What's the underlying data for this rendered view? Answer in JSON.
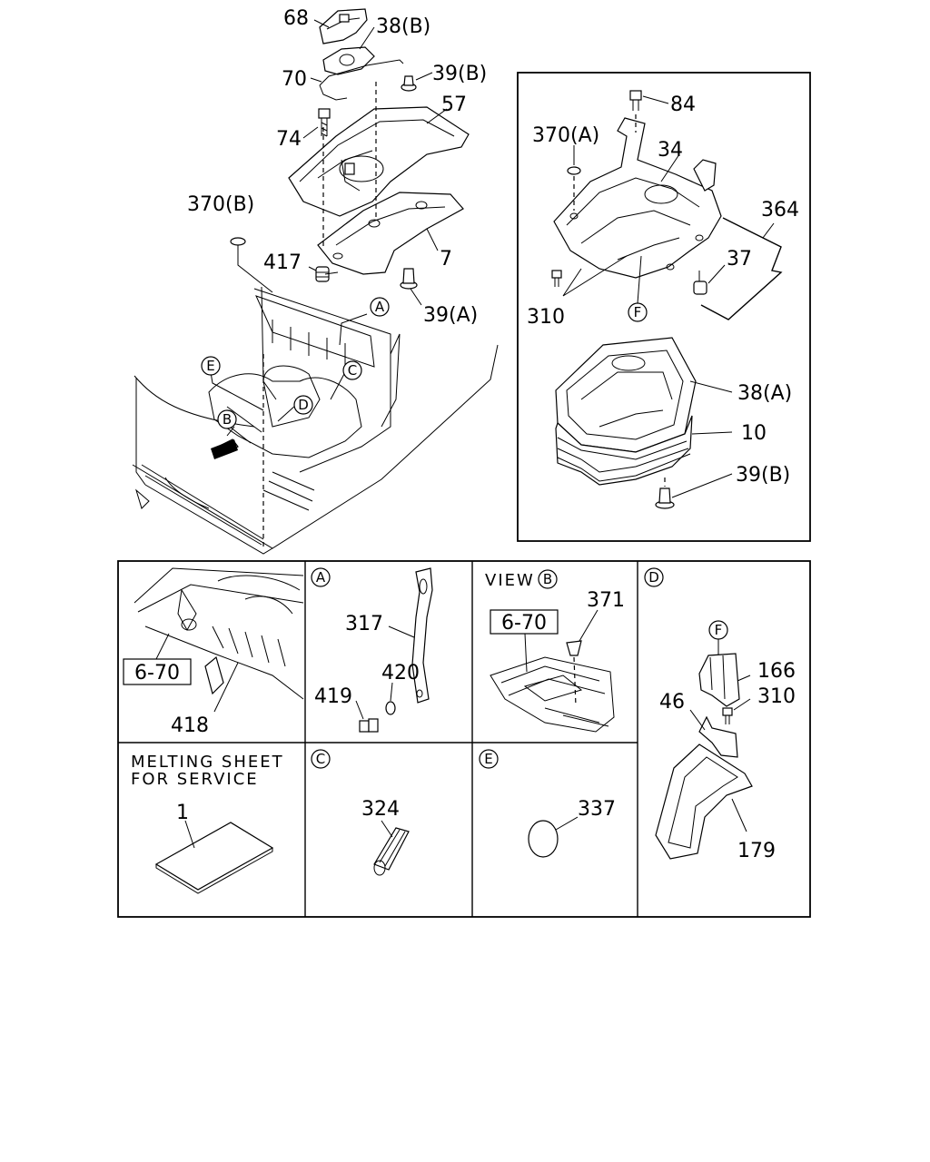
{
  "main_callouts": {
    "c68": "68",
    "c38b_top": "38(B)",
    "c70": "70",
    "c39b_top": "39(B)",
    "c57": "57",
    "c74": "74",
    "c370b": "370(B)",
    "c7": "7",
    "c417": "417",
    "c39a": "39(A)"
  },
  "reference_letters": {
    "A": "A",
    "B": "B",
    "C": "C",
    "D": "D",
    "E": "E",
    "F": "F"
  },
  "inset_callouts": {
    "c84": "84",
    "c370a": "370(A)",
    "c34": "34",
    "c364": "364",
    "c37": "37",
    "c310": "310",
    "c38a": "38(A)",
    "c10": "10",
    "c39b": "39(B)"
  },
  "detail_panels": {
    "floor": {
      "ref_box": "6-70",
      "c418": "418"
    },
    "a": {
      "c317": "317",
      "c420": "420",
      "c419": "419"
    },
    "view_b": {
      "view_label": "VIEW",
      "ref_box": "6-70",
      "c371": "371"
    },
    "d": {
      "c166": "166",
      "c46": "46",
      "c310": "310",
      "c179": "179"
    },
    "melting": {
      "line1": "MELTING SHEET",
      "line2": "FOR SERVICE",
      "c1": "1"
    },
    "c": {
      "c324": "324"
    },
    "e": {
      "c337": "337"
    }
  }
}
